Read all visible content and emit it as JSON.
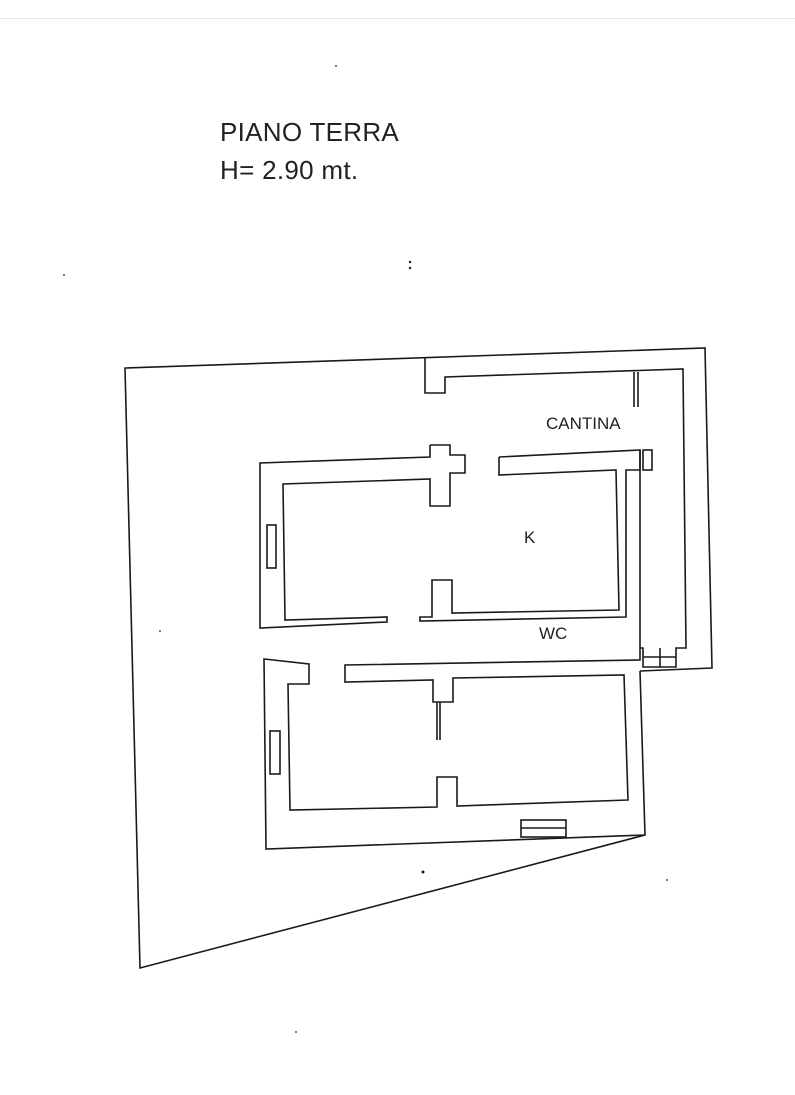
{
  "header": {
    "floor_label": "PIANO TERRA",
    "height_label": "H= 2.90 mt."
  },
  "rooms": {
    "cantina": "CANTINA",
    "kitchen": "K",
    "wc": "WC"
  },
  "colors": {
    "line": "#1a1a1a",
    "background": "#ffffff"
  }
}
